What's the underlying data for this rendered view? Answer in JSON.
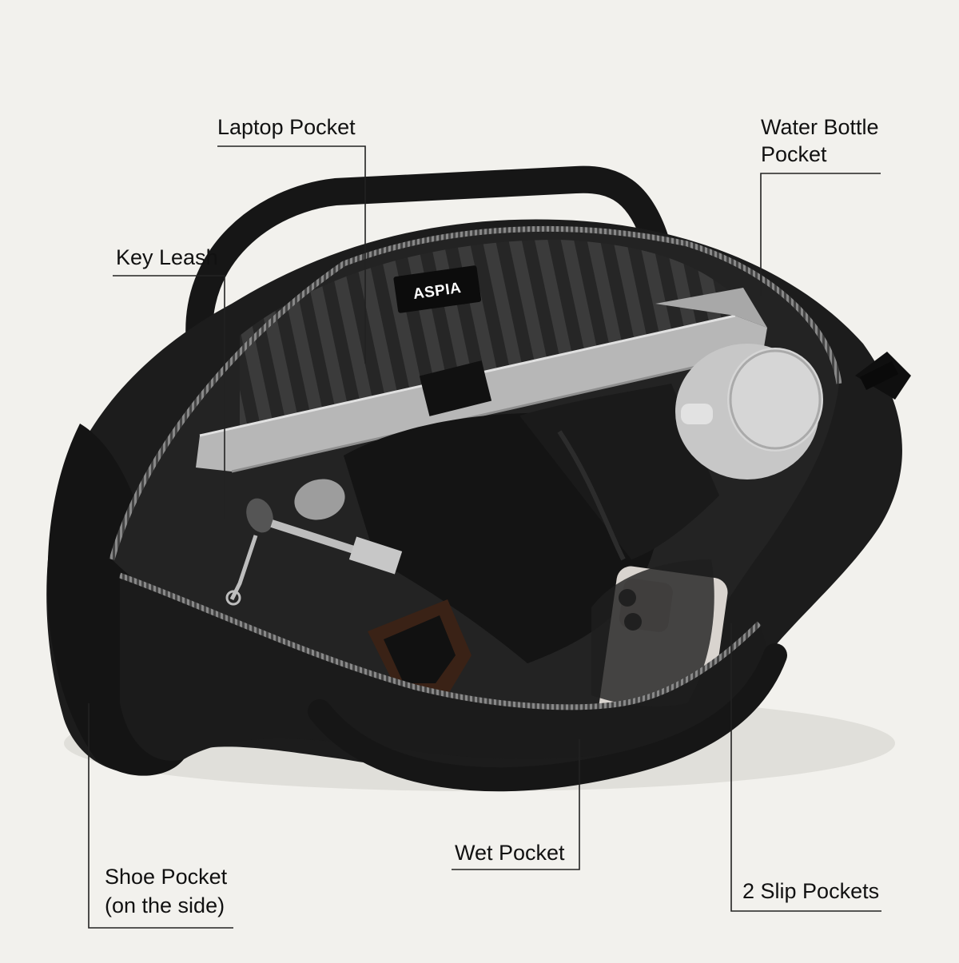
{
  "brand": {
    "tag_text": "ASPIA"
  },
  "callouts": {
    "laptop_pocket": "Laptop Pocket",
    "water_bottle_line1": "Water Bottle",
    "water_bottle_line2": "Pocket",
    "key_leash": "Key Leash",
    "wet_pocket": "Wet Pocket",
    "shoe_pocket_line1": "Shoe Pocket",
    "shoe_pocket_line2": "(on the side)",
    "slip_pockets": "2 Slip Pockets"
  },
  "colors": {
    "background": "#f2f1ed",
    "bag_body": "#1c1c1c",
    "lining": "#2a2a2a",
    "laptop": "#b7b7b7",
    "phone": "#d9d4cf",
    "leader_line": "#222222"
  },
  "icons": {
    "bag": "duffel-bag-illustration",
    "laptop": "laptop-shape",
    "water_bottle": "water-bottle-lid-shape",
    "keys": "key-ring-shape",
    "phone": "smartphone-shape",
    "sunglasses": "sunglasses-shape"
  }
}
